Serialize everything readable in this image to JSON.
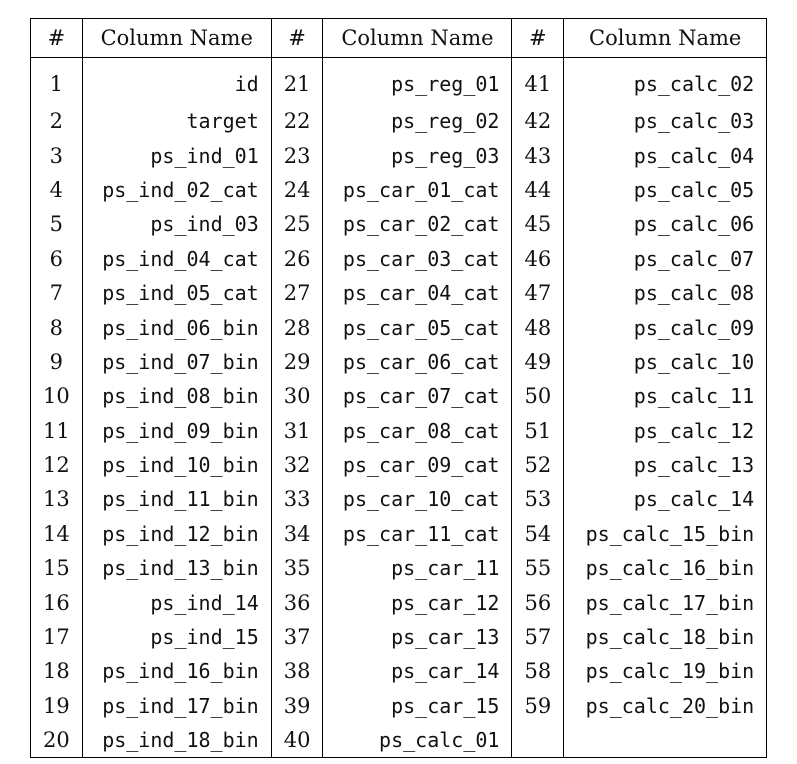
{
  "table": {
    "headers": [
      "#",
      "Column Name",
      "#",
      "Column Name",
      "#",
      "Column Name"
    ],
    "rows": [
      [
        "1",
        "id",
        "21",
        "ps_reg_01",
        "41",
        "ps_calc_02"
      ],
      [
        "2",
        "target",
        "22",
        "ps_reg_02",
        "42",
        "ps_calc_03"
      ],
      [
        "3",
        "ps_ind_01",
        "23",
        "ps_reg_03",
        "43",
        "ps_calc_04"
      ],
      [
        "4",
        "ps_ind_02_cat",
        "24",
        "ps_car_01_cat",
        "44",
        "ps_calc_05"
      ],
      [
        "5",
        "ps_ind_03",
        "25",
        "ps_car_02_cat",
        "45",
        "ps_calc_06"
      ],
      [
        "6",
        "ps_ind_04_cat",
        "26",
        "ps_car_03_cat",
        "46",
        "ps_calc_07"
      ],
      [
        "7",
        "ps_ind_05_cat",
        "27",
        "ps_car_04_cat",
        "47",
        "ps_calc_08"
      ],
      [
        "8",
        "ps_ind_06_bin",
        "28",
        "ps_car_05_cat",
        "48",
        "ps_calc_09"
      ],
      [
        "9",
        "ps_ind_07_bin",
        "29",
        "ps_car_06_cat",
        "49",
        "ps_calc_10"
      ],
      [
        "10",
        "ps_ind_08_bin",
        "30",
        "ps_car_07_cat",
        "50",
        "ps_calc_11"
      ],
      [
        "11",
        "ps_ind_09_bin",
        "31",
        "ps_car_08_cat",
        "51",
        "ps_calc_12"
      ],
      [
        "12",
        "ps_ind_10_bin",
        "32",
        "ps_car_09_cat",
        "52",
        "ps_calc_13"
      ],
      [
        "13",
        "ps_ind_11_bin",
        "33",
        "ps_car_10_cat",
        "53",
        "ps_calc_14"
      ],
      [
        "14",
        "ps_ind_12_bin",
        "34",
        "ps_car_11_cat",
        "54",
        "ps_calc_15_bin"
      ],
      [
        "15",
        "ps_ind_13_bin",
        "35",
        "ps_car_11",
        "55",
        "ps_calc_16_bin"
      ],
      [
        "16",
        "ps_ind_14",
        "36",
        "ps_car_12",
        "56",
        "ps_calc_17_bin"
      ],
      [
        "17",
        "ps_ind_15",
        "37",
        "ps_car_13",
        "57",
        "ps_calc_18_bin"
      ],
      [
        "18",
        "ps_ind_16_bin",
        "38",
        "ps_car_14",
        "58",
        "ps_calc_19_bin"
      ],
      [
        "19",
        "ps_ind_17_bin",
        "39",
        "ps_car_15",
        "59",
        "ps_calc_20_bin"
      ],
      [
        "20",
        "ps_ind_18_bin",
        "40",
        "ps_calc_01",
        "",
        ""
      ]
    ]
  }
}
